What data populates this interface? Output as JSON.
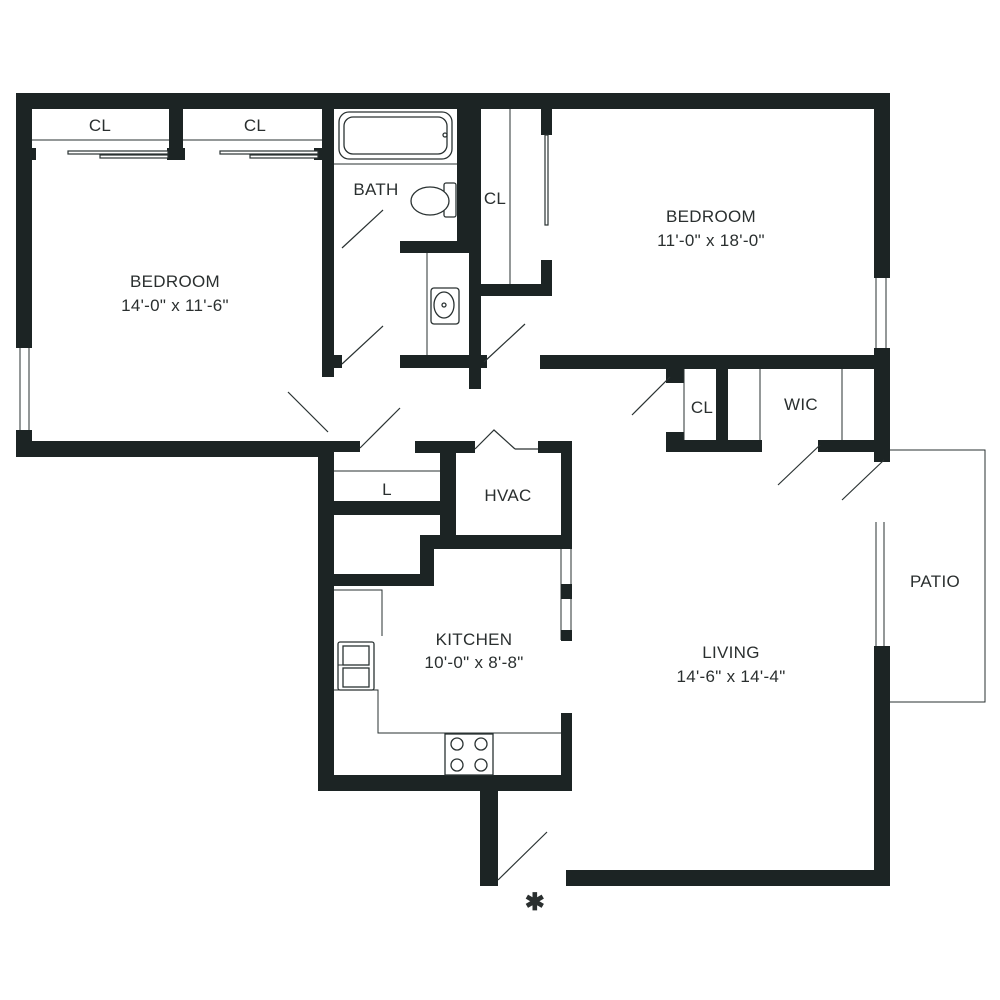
{
  "rooms": {
    "bedroom_left": {
      "name": "BEDROOM",
      "dims": "14'-0\" x 11'-6\""
    },
    "bedroom_right": {
      "name": "BEDROOM",
      "dims": "11'-0\" x 18'-0\""
    },
    "kitchen": {
      "name": "KITCHEN",
      "dims": "10'-0\" x 8'-8\""
    },
    "living": {
      "name": "LIVING",
      "dims": "14'-6\" x 14'-4\""
    },
    "bath": {
      "name": "BATH"
    },
    "hvac": {
      "name": "HVAC"
    },
    "wic": {
      "name": "WIC"
    },
    "patio": {
      "name": "PATIO"
    },
    "laundry": {
      "name": "L"
    },
    "closet_1": {
      "name": "CL"
    },
    "closet_2": {
      "name": "CL"
    },
    "closet_3": {
      "name": "CL"
    },
    "closet_4": {
      "name": "CL"
    }
  },
  "entry_marker": "✱"
}
